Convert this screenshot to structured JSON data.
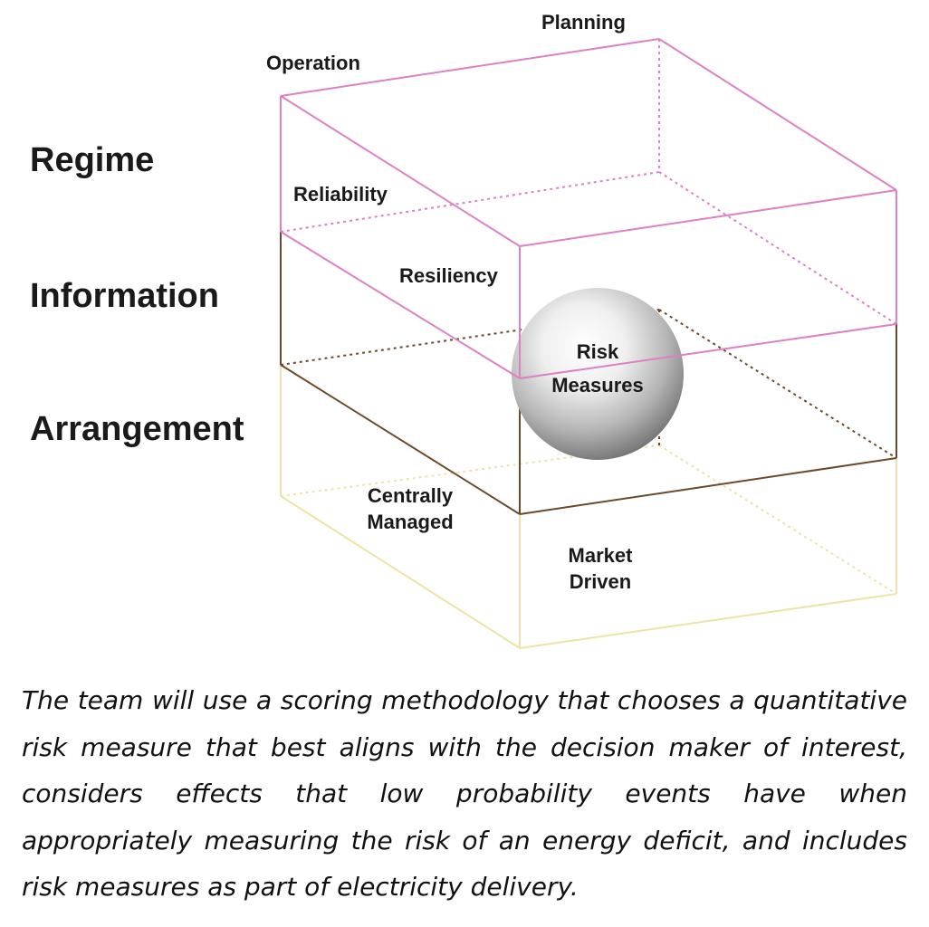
{
  "axes": {
    "regime": "Regime",
    "information": "Information",
    "arrangement": "Arrangement"
  },
  "cube_labels": {
    "planning": "Planning",
    "operation": "Operation",
    "reliability": "Reliability",
    "resiliency": "Resiliency",
    "centrally_managed": [
      "Centrally",
      "Managed"
    ],
    "market_driven": [
      "Market",
      "Driven"
    ]
  },
  "sphere": {
    "label": [
      "Risk",
      "Measures"
    ]
  },
  "colors": {
    "regime_layer": "#dd80c4",
    "information_layer": "#6b4a2a",
    "arrangement_layer": "#ece3a8",
    "text": "#1a1a1a"
  },
  "caption": "The team will use a scoring methodology that chooses a quantitative risk measure that best aligns with the decision maker of interest, considers effects that low probability events have when appropriately measuring the risk of an energy deficit, and includes risk measures as part of electricity delivery."
}
